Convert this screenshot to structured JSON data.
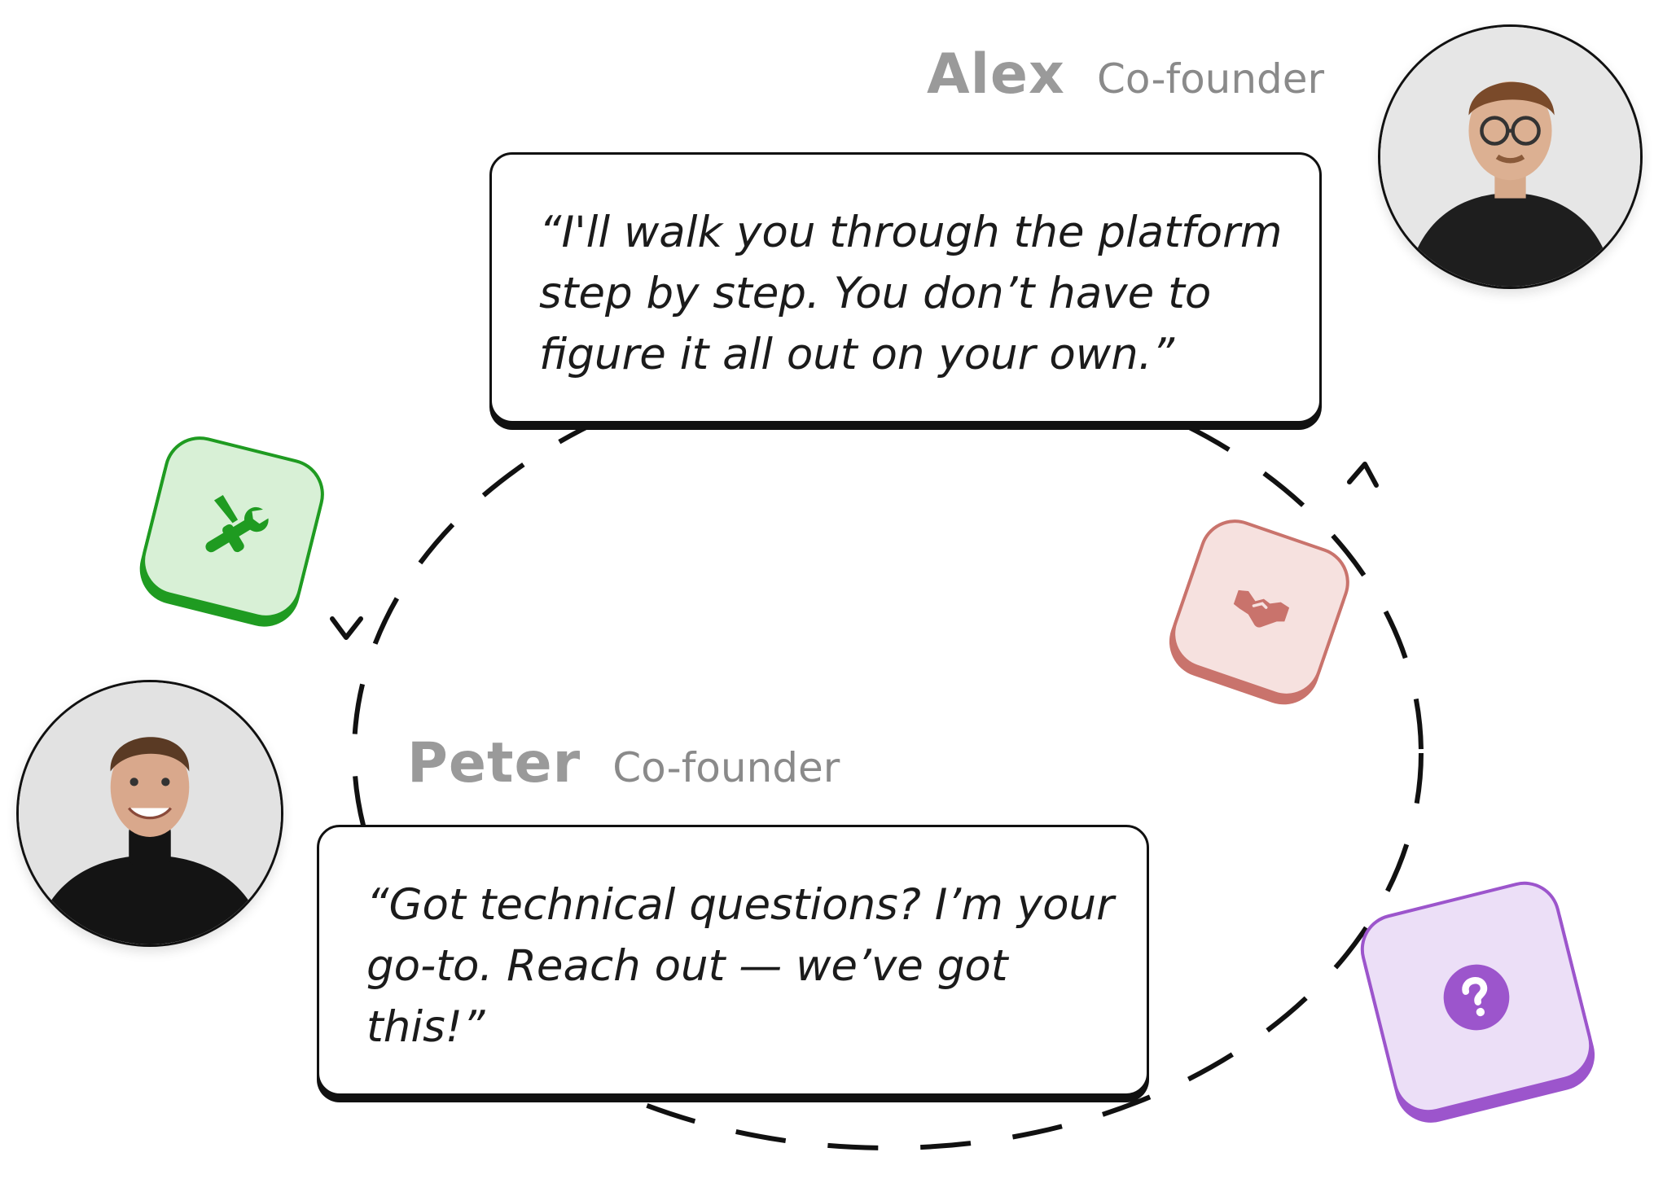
{
  "people": [
    {
      "name": "Alex",
      "role": "Co-founder",
      "quote_lines": [
        "“I'll walk you through the platform",
        "step by step. You don’t have to",
        "figure it all out on your own.”"
      ],
      "avatar_icon": "person-avatar-icon"
    },
    {
      "name": "Peter",
      "role": "Co-founder",
      "quote_lines": [
        "“Got technical questions? I’m your",
        "go-to. Reach out — we’ve got",
        "this!”"
      ],
      "avatar_icon": "person-avatar-icon"
    }
  ],
  "icons": [
    {
      "name": "tools-icon",
      "color": "#1f9b21",
      "background": "#d8f0d6"
    },
    {
      "name": "handshake-icon",
      "color": "#c9736c",
      "background": "#f6e1df"
    },
    {
      "name": "question-icon",
      "color": "#9c55cc",
      "background": "#ecdff7"
    }
  ],
  "colors": {
    "stroke": "#111111",
    "label_gray": "#9a9a9a"
  }
}
